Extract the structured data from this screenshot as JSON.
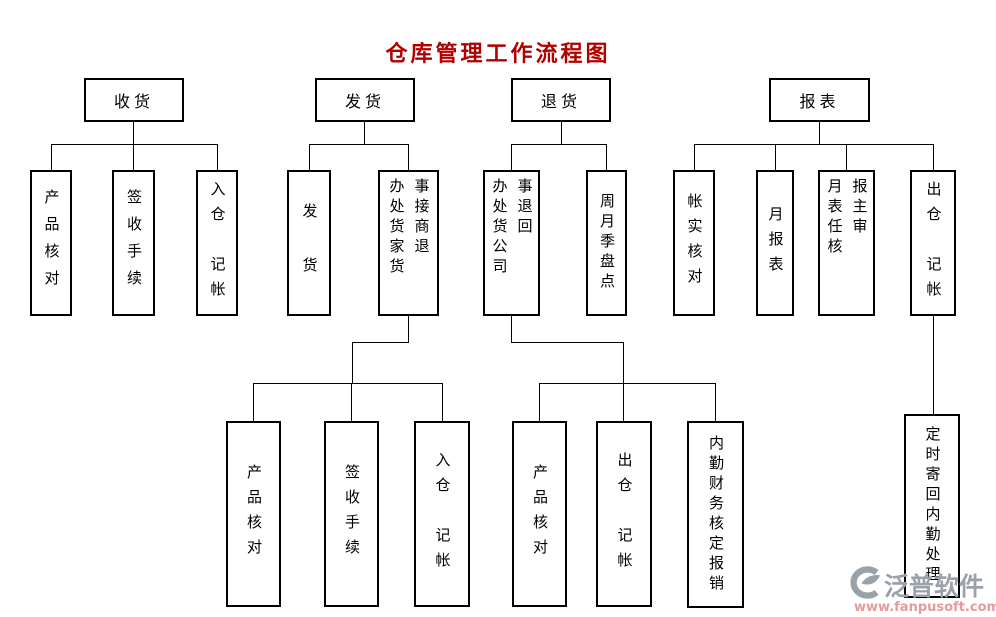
{
  "title": {
    "text": "仓库管理工作流程图",
    "color": "#b00000"
  },
  "nodes": {
    "receive": "收货",
    "dispatch": "发货",
    "returns": "退货",
    "report": "报表",
    "receive_product_check": "产品核对",
    "receive_sign_procedure": "签收手续",
    "receive_warehouse_in": "入仓　记帐",
    "dispatch_goods": "发　货",
    "dispatch_dealer_return_l": "办处货家货",
    "dispatch_dealer_return_r": "事接商退",
    "dispatch_product_check": "产品核对",
    "dispatch_sign_procedure": "签收手续",
    "dispatch_warehouse_in": "入仓　记帐",
    "returns_company_return_l": "办处货公司",
    "returns_company_return_r": "事退回",
    "returns_inventory_count": "周月季盘点",
    "returns_product_check": "产品核对",
    "returns_warehouse_out": "出仓　记帐",
    "returns_finance_approval": "内勤财务核定报销",
    "report_account_check": "帐实核对",
    "report_monthly": "月报表",
    "report_review_l": "月表任核",
    "report_review_r": "报主审",
    "report_warehouse_out": "出仓　记帐",
    "report_mail_back": "定时寄回内勤处理"
  },
  "line_color": "#000000",
  "watermark": {
    "brand": "泛普软件",
    "url": "www.fanpusoft.com",
    "brand_color": "#9aa1a9",
    "url_color": "#e79a9a"
  }
}
